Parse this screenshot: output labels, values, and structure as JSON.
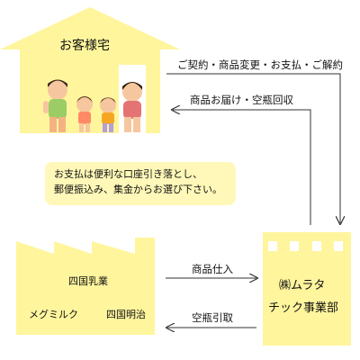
{
  "colors": {
    "house": "#fff59d",
    "factory": "#fff59d",
    "note": "#fff8b8",
    "arrow": "#333333"
  },
  "house": {
    "title": "お客様宅"
  },
  "arrows": {
    "to_dealer": "ご契約・商品変更・お支払・ご解約",
    "to_customer": "商品お届け・空瓶回収",
    "to_dealer_from_factory": "商品仕入",
    "to_factory": "空瓶引取"
  },
  "note": {
    "line1": "お支払は便利な口座引き落とし、",
    "line2": "郵便振込み、集金からお選び下さい。"
  },
  "factory": {
    "brand1": "四国乳業",
    "brand2": "メグミルク",
    "brand3": "四国明治"
  },
  "dealer": {
    "line1": "㈱ムラタ",
    "line2": "チック事業部"
  }
}
